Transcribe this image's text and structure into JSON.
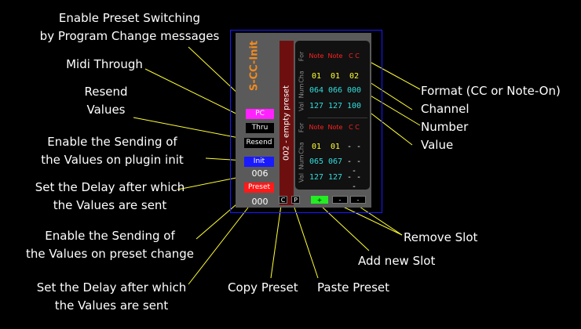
{
  "annotations": {
    "left": [
      {
        "name": "ann-preset-switching",
        "lines": [
          "Enable Preset Switching",
          "by Program Change messages"
        ]
      },
      {
        "name": "ann-midi-through",
        "lines": [
          "Midi Through"
        ]
      },
      {
        "name": "ann-resend-values",
        "lines": [
          "Resend",
          "Values"
        ]
      },
      {
        "name": "ann-send-on-init",
        "lines": [
          "Enable the Sending of",
          "the Values on plugin init"
        ]
      },
      {
        "name": "ann-delay-init",
        "lines": [
          "Set the Delay after which",
          "the Values are sent"
        ]
      },
      {
        "name": "ann-send-on-preset",
        "lines": [
          "Enable the Sending of",
          "the Values on preset change"
        ]
      },
      {
        "name": "ann-delay-preset",
        "lines": [
          "Set the Delay after which",
          "the Values are sent"
        ]
      }
    ],
    "right": {
      "format": "Format (CC or Note-On)",
      "channel": "Channel",
      "number": "Number",
      "value": "Value",
      "remove_slot": "Remove Slot",
      "add_slot": "Add new Slot"
    },
    "bottom": {
      "copy_preset": "Copy Preset",
      "paste_preset": "Paste Preset"
    }
  },
  "plugin": {
    "title": "S-CC-Init",
    "buttons": {
      "pc": "PC",
      "thru": "Thru",
      "resend": "Resend",
      "init": "Init",
      "init_delay": "006",
      "preset": "Preset",
      "preset_delay": "000"
    },
    "preset_name": "002 - empty preset",
    "row_labels": [
      "For",
      "Cha",
      "Num",
      "Val"
    ],
    "slots_top": {
      "format": [
        "Note",
        "Note",
        "C C"
      ],
      "channel": [
        "01",
        "01",
        "02"
      ],
      "number": [
        "064",
        "066",
        "000"
      ],
      "value": [
        "127",
        "127",
        "100"
      ]
    },
    "slots_bottom": {
      "format": [
        "Note",
        "Note",
        "C C"
      ],
      "channel": [
        "01",
        "01",
        "- -"
      ],
      "number": [
        "065",
        "067",
        "- - -"
      ],
      "value": [
        "127",
        "127",
        "- - -"
      ]
    },
    "copy_label": "C",
    "paste_label": "P",
    "add_label": "+",
    "remove_labels": [
      "-",
      "-"
    ],
    "colors": {
      "title": "#f08a1e",
      "pc": "#ff22ff",
      "init": "#1a1aff",
      "preset": "#ff1a1a",
      "add": "#22ee22",
      "header": "#ff2222",
      "channel": "#ffff33",
      "number": "#33dddd"
    }
  }
}
